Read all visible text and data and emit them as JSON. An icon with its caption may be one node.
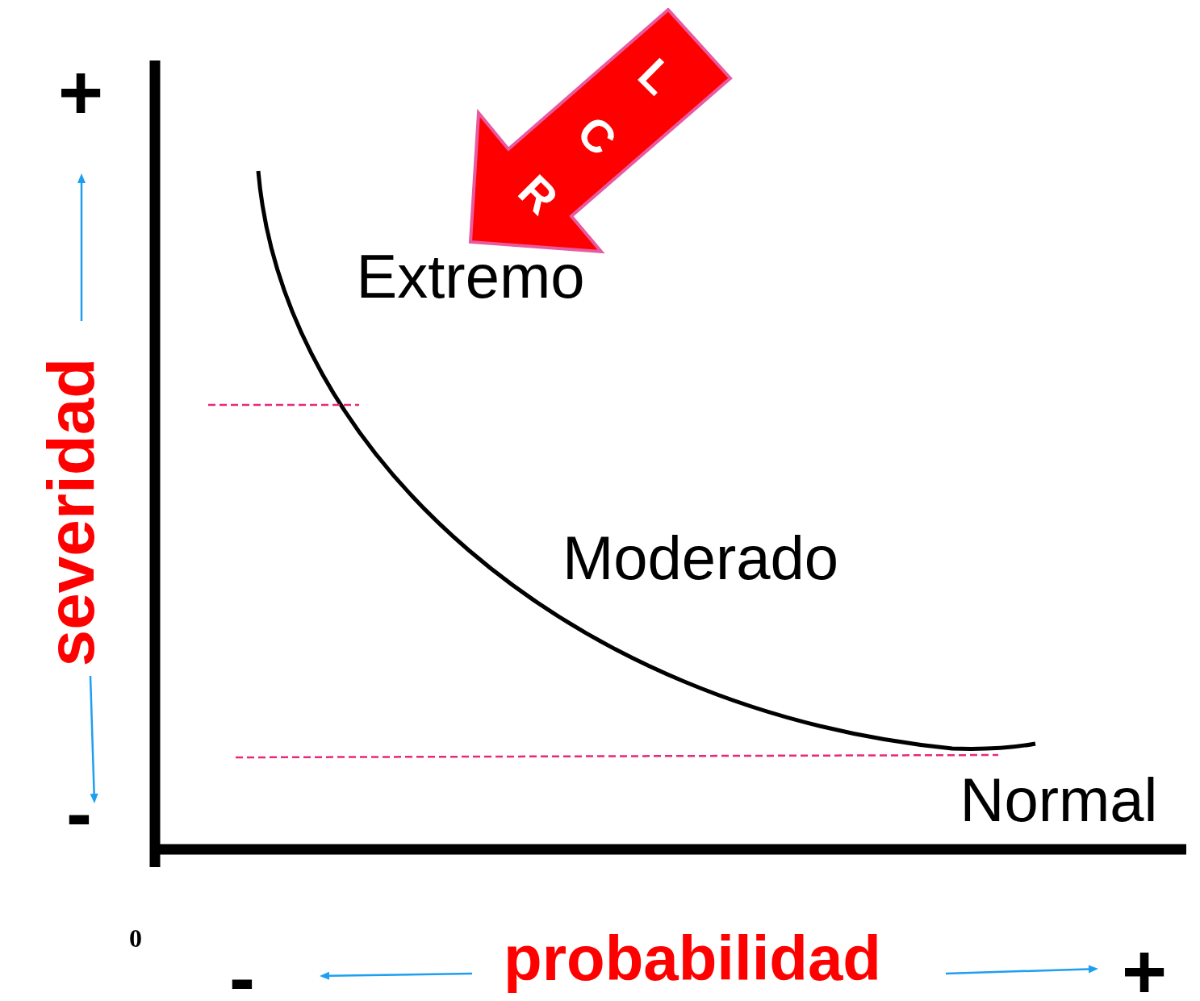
{
  "diagram": {
    "nodes": [
      {
        "text": [
          "LCR"
        ]
      }
    ],
    "labels": [
      "+",
      "severidad",
      "Extremo",
      "Moderado",
      "-",
      "Normal",
      "0",
      "-",
      "probabilidad",
      "+"
    ]
  }
}
